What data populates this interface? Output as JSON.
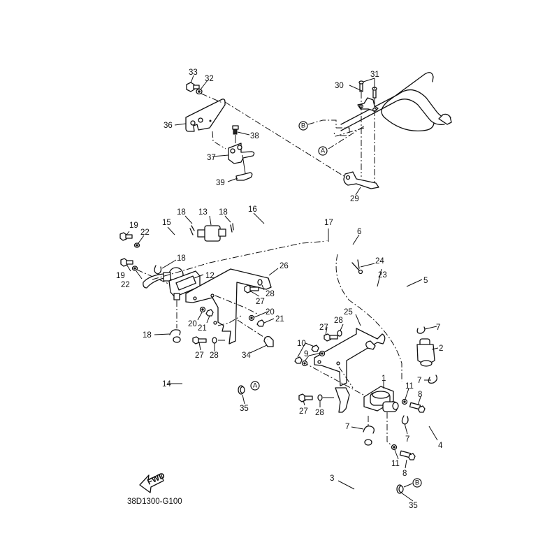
{
  "diagram": {
    "title": "Exploded parts diagram — air intake / hose routing",
    "drawing_code": "38D1300-G100",
    "direction_indicator": "FWD",
    "reference_markers": [
      "A",
      "B"
    ],
    "callouts": {
      "p1": "1",
      "p2": "2",
      "p3": "3",
      "p4": "4",
      "p5": "5",
      "p6": "6",
      "p7a": "7",
      "p7b": "7",
      "p7c": "7",
      "p7d": "7",
      "p8a": "8",
      "p8b": "8",
      "p9": "9",
      "p10": "10",
      "p11a": "11",
      "p11b": "11",
      "p12": "12",
      "p13": "13",
      "p14": "14",
      "p15": "15",
      "p16": "16",
      "p17": "17",
      "p18a": "18",
      "p18b": "18",
      "p18c": "18",
      "p18d": "18",
      "p19a": "19",
      "p19b": "19",
      "p20a": "20",
      "p20b": "20",
      "p21a": "21",
      "p21b": "21",
      "p22a": "22",
      "p22b": "22",
      "p23": "23",
      "p24": "24",
      "p25": "25",
      "p26": "26",
      "p27a": "27",
      "p27b": "27",
      "p27c": "27",
      "p27d": "27",
      "p28a": "28",
      "p28b": "28",
      "p28c": "28",
      "p28d": "28",
      "p29": "29",
      "p30": "30",
      "p31": "31",
      "p32": "32",
      "p33": "33",
      "p34": "34",
      "p35a": "35",
      "p35b": "35",
      "p36": "36",
      "p37": "37",
      "p38": "38",
      "p39": "39"
    }
  }
}
